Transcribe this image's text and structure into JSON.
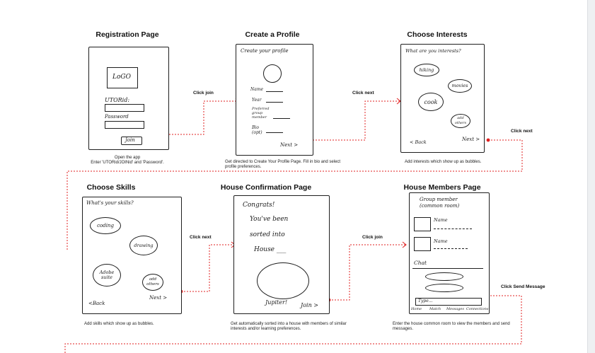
{
  "colors": {
    "flow_line": "#e02020",
    "sketch_ink": "#1e1e1e"
  },
  "steps": {
    "registration": {
      "title": "Registration Page",
      "caption": "Open the app\nEnter 'UTORid/JOINid' and 'Password'.",
      "sketch": {
        "logo": "LoGO",
        "utorid": "UTORid:",
        "password": "Password",
        "join": "Join"
      }
    },
    "profile": {
      "title": "Create a Profile",
      "caption": "Get directed to Create Your Profile Page. Fill in bio and select profile preferences.",
      "sketch": {
        "heading": "Create your profile",
        "name": "Name",
        "year": "Year",
        "preferred": "Preferred\ngroup\nmember",
        "bio": "Bio\n(opt)",
        "next": "Next >"
      }
    },
    "interests": {
      "title": "Choose Interests",
      "caption": "Add interests which show up as bubbles.",
      "sketch": {
        "heading": "What are you interests?",
        "bubbles": [
          "hiking",
          "movies",
          "cook",
          "add\nothers"
        ],
        "back": "< Back",
        "next": "Next >"
      }
    },
    "skills": {
      "title": "Choose Skills",
      "caption": "Add skills which show up as bubbles.",
      "sketch": {
        "heading": "What's your skills?",
        "bubbles": [
          "coding",
          "drawing",
          "Adobe\nsuite",
          "add\nothers"
        ],
        "back": "<Back",
        "next": "Next >"
      }
    },
    "house_confirm": {
      "title": "House Confirmation Page",
      "caption": "Get automatically sorted into a house with members of similar interests and/or learning preferences.",
      "sketch": {
        "line1": "Congrats!",
        "line2": "You've been",
        "line3": "sorted into",
        "line4": "House ___",
        "house": "Jupiter!",
        "join": "Join >"
      }
    },
    "house_members": {
      "title": "House Members Page",
      "caption": "Enter the house common room to view the members and send messages.",
      "sketch": {
        "heading": "Group member\n(common room)",
        "member": "Name",
        "chat": "Chat",
        "type": "Type...",
        "nav": [
          "Home",
          "Match",
          "Messages",
          "Connections"
        ]
      }
    }
  },
  "transitions": [
    "Click join",
    "Click next",
    "Click next",
    "Click next",
    "Click join",
    "Click Send Message"
  ]
}
